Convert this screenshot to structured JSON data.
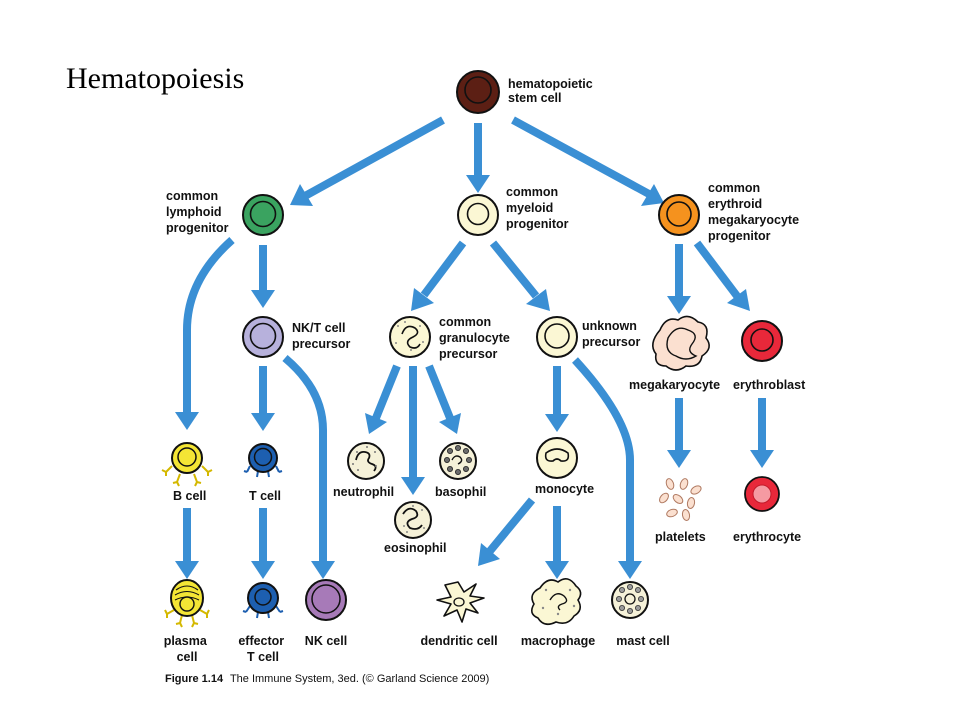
{
  "title": "Hematopoiesis",
  "cells": {
    "hsc": [
      "hematopoietic",
      "stem cell"
    ],
    "clp": [
      "common",
      "lymphoid",
      "progenitor"
    ],
    "cmp": [
      "common",
      "myeloid",
      "progenitor"
    ],
    "cemp": [
      "common",
      "erythroid",
      "megakaryocyte",
      "progenitor"
    ],
    "nkt_precursor": [
      "NK/T cell",
      "precursor"
    ],
    "cgp": [
      "common",
      "granulocyte",
      "precursor"
    ],
    "unknown_precursor": [
      "unknown",
      "precursor"
    ],
    "megakaryocyte": [
      "megakaryocyte"
    ],
    "erythroblast": [
      "erythroblast"
    ],
    "b_cell": [
      "B cell"
    ],
    "t_cell": [
      "T cell"
    ],
    "neutrophil": [
      "neutrophil"
    ],
    "basophil": [
      "basophil"
    ],
    "eosinophil": [
      "eosinophil"
    ],
    "monocyte": [
      "monocyte"
    ],
    "platelets": [
      "platelets"
    ],
    "erythrocyte": [
      "erythrocyte"
    ],
    "plasma_cell": [
      "plasma",
      "cell"
    ],
    "effector_t_cell": [
      "effector",
      "T cell"
    ],
    "nk_cell": [
      "NK cell"
    ],
    "dendritic_cell": [
      "dendritic cell"
    ],
    "macrophage": [
      "macrophage"
    ],
    "mast_cell": [
      "mast cell"
    ]
  },
  "caption": {
    "figure": "Figure 1.14",
    "text": "The Immune System, 3ed. (© Garland Science 2009)"
  },
  "colors": {
    "arrow": "#3a8fd4",
    "hsc": "#5c1f14",
    "clp": "#3aa360",
    "cmp": "#fbf7d4",
    "cemp": "#f5921e",
    "nkt_precursor": "#b7b1dc",
    "b_cell": "#f4e535",
    "t_cell": "#1d5fb0",
    "nk_cell": "#a77ab8",
    "erythroblast": "#e8283a",
    "megakaryocyte": "#fbe0d0"
  }
}
